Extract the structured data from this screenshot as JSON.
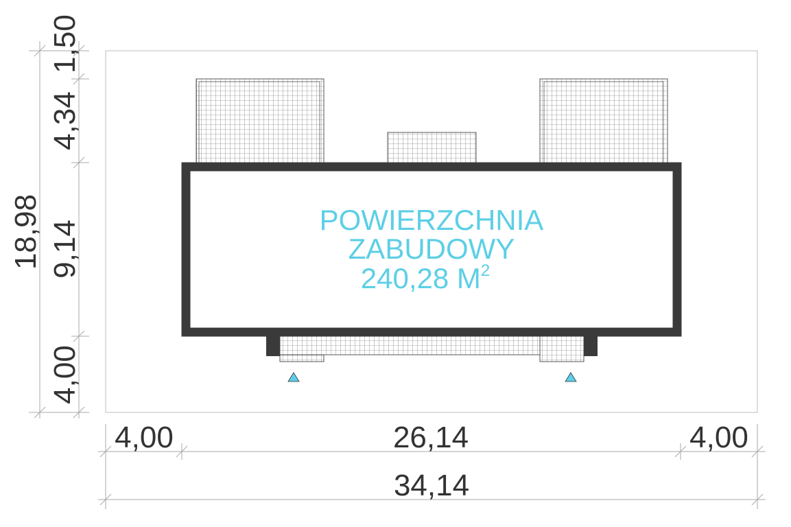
{
  "area_label": {
    "line1": "POWIERZCHNIA",
    "line2": "ZABUDOWY",
    "line3_value": "240,28 M",
    "line3_sup": "2"
  },
  "dimensions": {
    "total_height": "18,98",
    "left_segments": [
      "1,50",
      "4,34",
      "9,14",
      "4,00"
    ],
    "bottom_segments": [
      "4,00",
      "26,14",
      "4,00"
    ],
    "total_width": "34,14"
  },
  "colors": {
    "label": "#5ccfe6",
    "walls": "#3a3a3a",
    "lines": "#aaaaaa",
    "hatch": "#555555",
    "entrance_marker": "#5ccfe6"
  },
  "icons": {
    "entrance_marker": "triangle"
  }
}
